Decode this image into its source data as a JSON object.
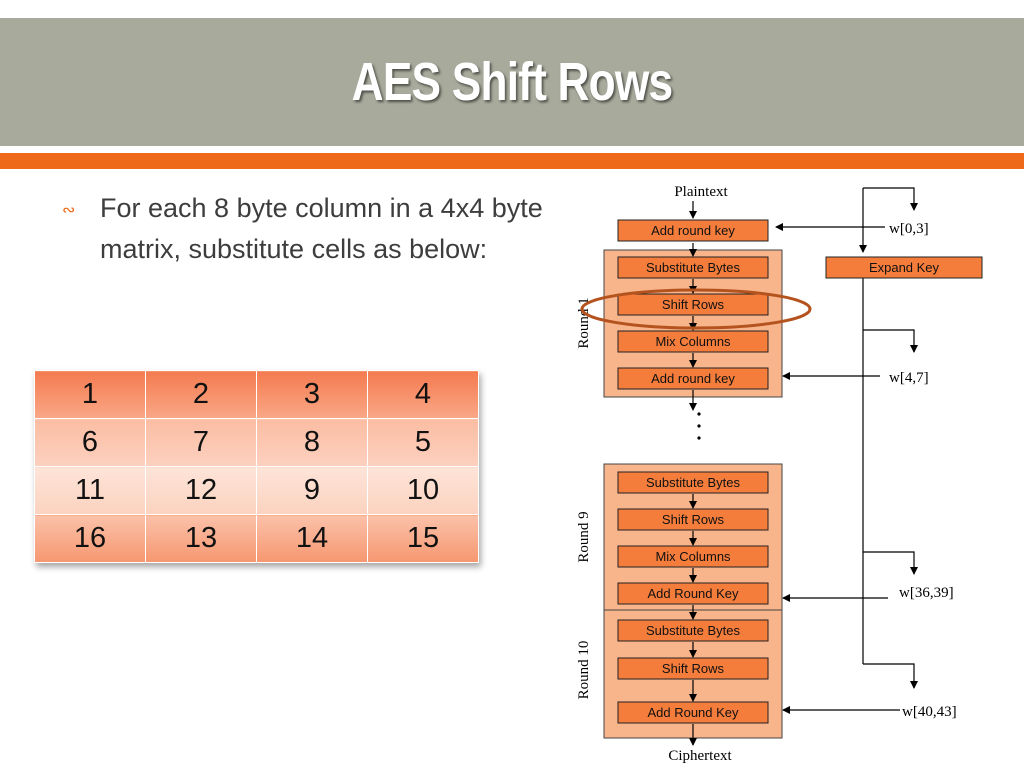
{
  "slide": {
    "title": "AES Shift Rows",
    "bullet": "For each 8 byte column in a 4x4 byte matrix, substitute cells as below:"
  },
  "table": {
    "rows": [
      [
        "1",
        "2",
        "3",
        "4"
      ],
      [
        "6",
        "7",
        "8",
        "5"
      ],
      [
        "11",
        "12",
        "9",
        "10"
      ],
      [
        "16",
        "13",
        "14",
        "15"
      ]
    ]
  },
  "diagram": {
    "plaintext": "Plaintext",
    "ciphertext": "Ciphertext",
    "initial_step": "Add round key",
    "expand_key": "Expand Key",
    "round1_label": "Round 1",
    "round9_label": "Round 9",
    "round10_label": "Round 10",
    "round1_steps": [
      "Substitute Bytes",
      "Shift Rows",
      "Mix Columns",
      "Add round key"
    ],
    "round9_steps": [
      "Substitute Bytes",
      "Shift Rows",
      "Mix Columns",
      "Add Round Key"
    ],
    "round10_steps": [
      "Substitute Bytes",
      "Shift Rows",
      "Add Round Key"
    ],
    "keys": [
      "w[0,3]",
      "w[4,7]",
      "w[36,39]",
      "w[40,43]"
    ]
  },
  "colors": {
    "accent": "#ee6a1a",
    "title_bar": "#a8ab9c",
    "step_box": "#f47d3c",
    "round_block": "#f8b48a",
    "highlight_ellipse": "#b5531f"
  }
}
